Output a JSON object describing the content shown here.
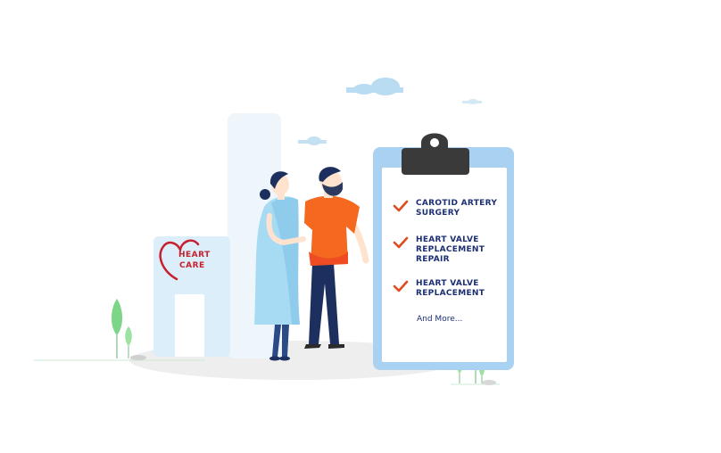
{
  "sign": {
    "line1": "HEART",
    "line2": "CARE"
  },
  "checklist": {
    "items": [
      {
        "label": "CAROTID ARTERY SURGERY"
      },
      {
        "label": "HEART VALVE REPLACEMENT REPAIR"
      },
      {
        "label": "HEART VALVE REPLACEMENT"
      }
    ],
    "more": "And More..."
  },
  "colors": {
    "check": "#e04a1f",
    "text": "#1c2f73",
    "clipboard_border": "#a9d1f2",
    "heart": "#c8202e"
  }
}
